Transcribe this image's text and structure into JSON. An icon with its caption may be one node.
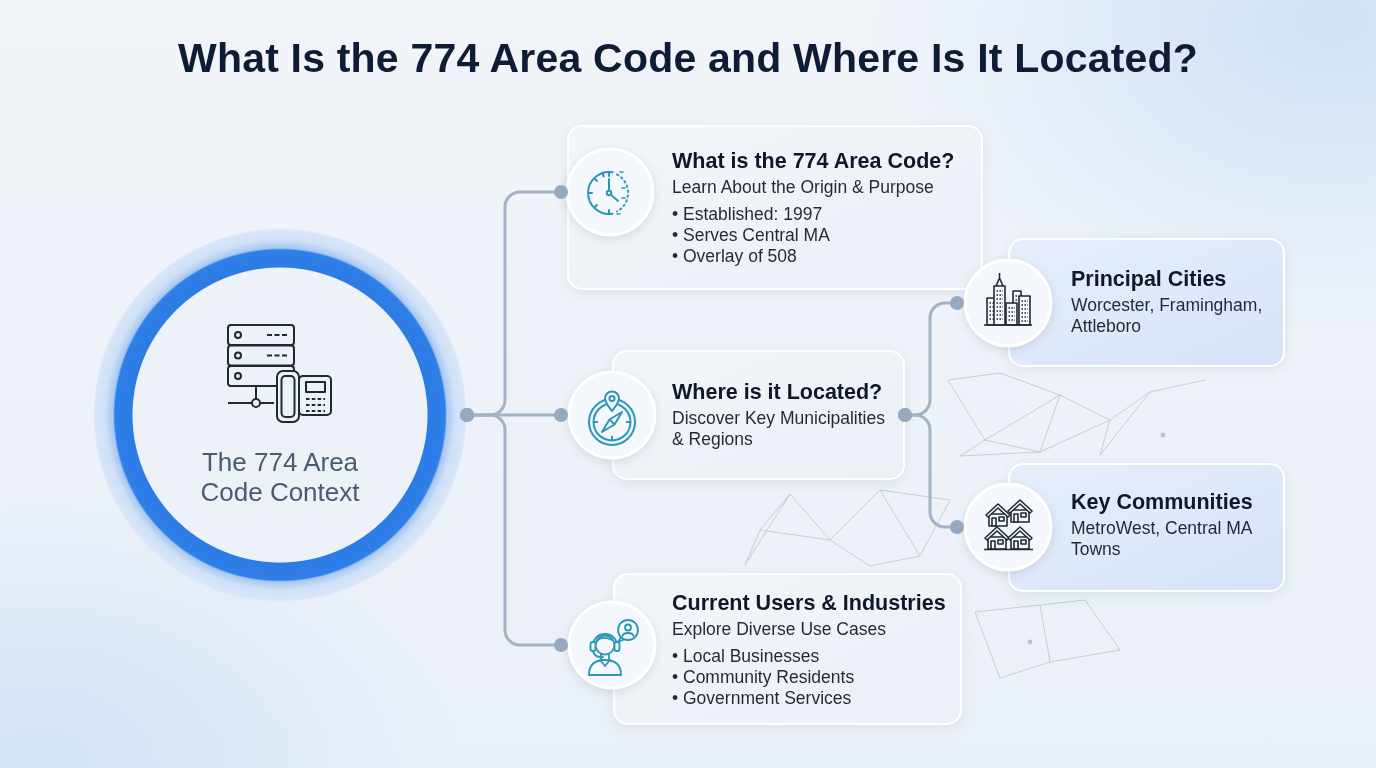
{
  "diagram": {
    "title": "What Is the 774 Area Code and Where Is It Located?",
    "nodes": [
      {
        "text": [
          "The 774 Area Code Context"
        ]
      },
      {
        "text": [
          "What is the 774 Area Code?",
          "Learn About the Origin & Purpose",
          "• Established: 1997",
          "• Serves Central MA",
          "• Overlay of 508"
        ]
      },
      {
        "text": [
          "Where is it Located?",
          "Discover Key Municipalities & Regions"
        ]
      },
      {
        "text": [
          "Current Users & Industries",
          "Explore Diverse Use Cases",
          "• Local Businesses",
          "• Community Residents",
          "• Government Services"
        ]
      },
      {
        "text": [
          "Principal Cities",
          "Worcester, Framingham, Attleboro"
        ]
      },
      {
        "text": [
          "Key Communities",
          "MetroWest, Central MA Towns"
        ]
      }
    ],
    "edges": [
      {
        "from": 0,
        "to": 1,
        "arrow": "other"
      },
      {
        "from": 0,
        "to": 2,
        "arrow": "other"
      },
      {
        "from": 0,
        "to": 3,
        "arrow": "other"
      },
      {
        "from": 2,
        "to": 4,
        "arrow": "other"
      },
      {
        "from": 2,
        "to": 5,
        "arrow": "other"
      }
    ]
  }
}
